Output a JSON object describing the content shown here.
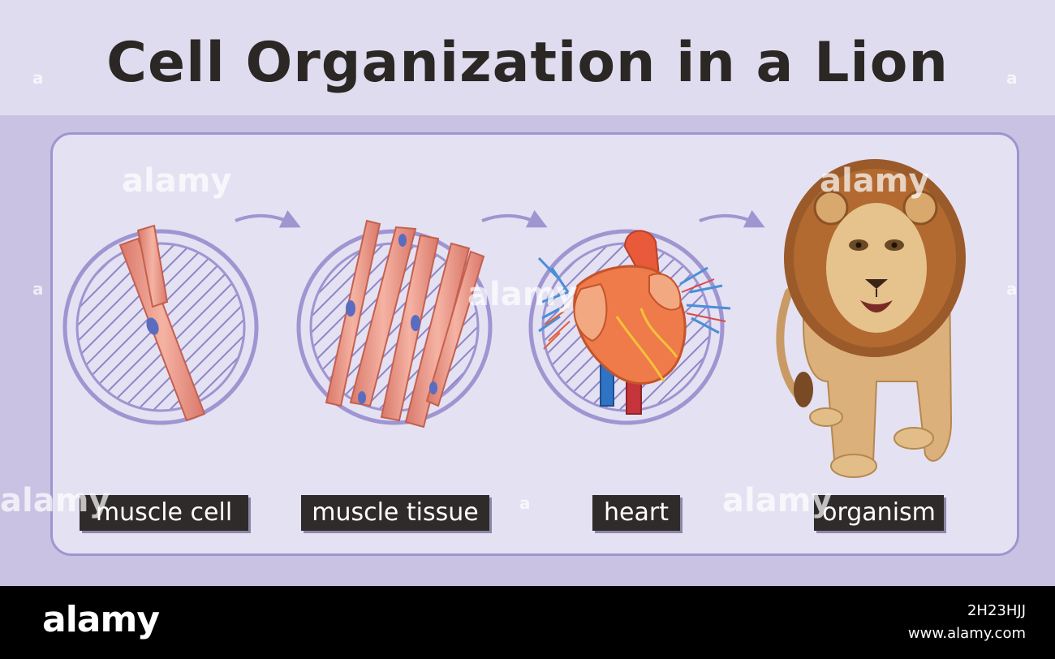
{
  "title": "Cell Organization in a Lion",
  "stages": [
    {
      "label": "muscle cell",
      "icon": "muscle-cell-icon"
    },
    {
      "label": "muscle tissue",
      "icon": "muscle-tissue-icon"
    },
    {
      "label": "heart",
      "icon": "heart-icon"
    },
    {
      "label": "organism",
      "icon": "lion-icon"
    }
  ],
  "watermark": {
    "brand": "alamy",
    "image_id": "2H23HJJ",
    "site": "www.alamy.com",
    "small_mark": "a"
  },
  "colors": {
    "background": "#e0dcef",
    "panel_border": "#9e95d1",
    "label_bg": "#2f2b2a",
    "muscle": "#e89a8a",
    "nucleus": "#5a6cc0",
    "heart": "#ef7a4a",
    "lion_body": "#dcb07a",
    "lion_mane": "#9a5a2a"
  }
}
